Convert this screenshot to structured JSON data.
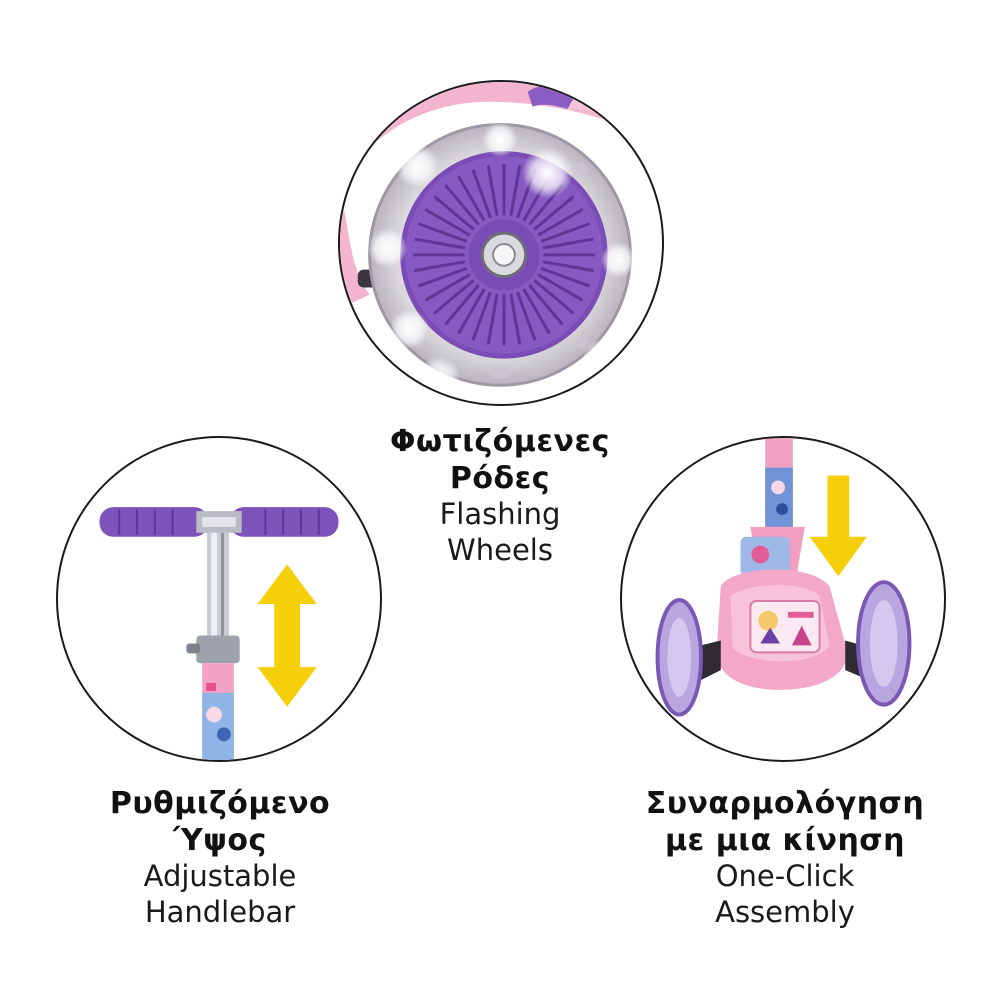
{
  "features": [
    {
      "id": "wheels",
      "title_gr": [
        "Φωτιζόμενες",
        "Ρόδες"
      ],
      "title_en": [
        "Flashing",
        "Wheels"
      ],
      "icon": "light-up-wheel"
    },
    {
      "id": "handlebar",
      "title_gr": [
        "Ρυθμιζόμενο",
        "Ύψος"
      ],
      "title_en": [
        "Adjustable",
        "Handlebar"
      ],
      "icon": "up-down-arrow"
    },
    {
      "id": "assembly",
      "title_gr": [
        "Συναρμολόγηση",
        "με μια κίνηση"
      ],
      "title_en": [
        "One-Click",
        "Assembly"
      ],
      "icon": "down-arrow"
    }
  ],
  "colors": {
    "pink": "#f2a9c6",
    "purple": "#7b4fb8",
    "arrow_yellow": "#f5cf0a",
    "border": "#1a1a1a"
  }
}
